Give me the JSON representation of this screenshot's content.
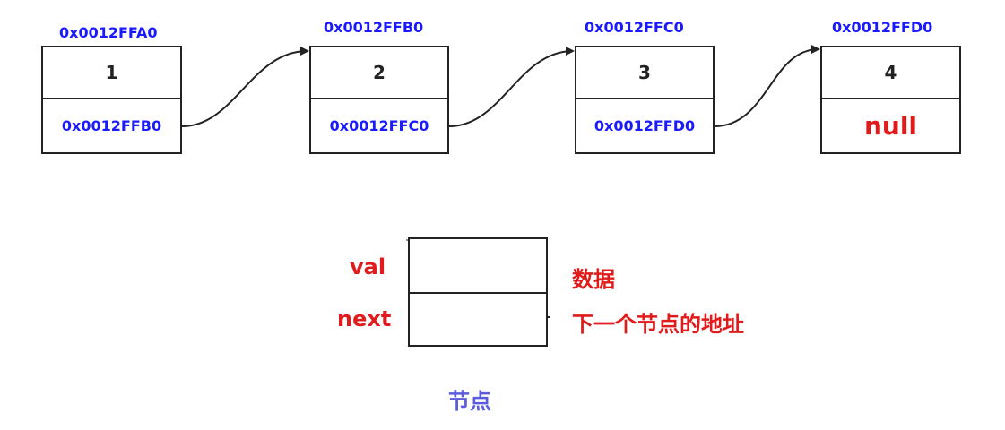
{
  "nodes": [
    {
      "address": "0x0012FFA0",
      "val": "1",
      "next": "0x0012FFB0"
    },
    {
      "address": "0x0012FFB0",
      "val": "2",
      "next": "0x0012FFC0"
    },
    {
      "address": "0x0012FFC0",
      "val": "3",
      "next": "0x0012FFD0"
    },
    {
      "address": "0x0012FFD0",
      "val": "4",
      "next": "null"
    }
  ],
  "legend": {
    "val_label": "val",
    "next_label": "next",
    "val_desc": "数据",
    "next_desc": "下一个节点的地址",
    "caption": "节点"
  },
  "colors": {
    "address": "#1a1aff",
    "null": "#e01b1b",
    "legend_text": "#e01b1b",
    "caption": "#5b5bdb",
    "stroke": "#222222"
  }
}
